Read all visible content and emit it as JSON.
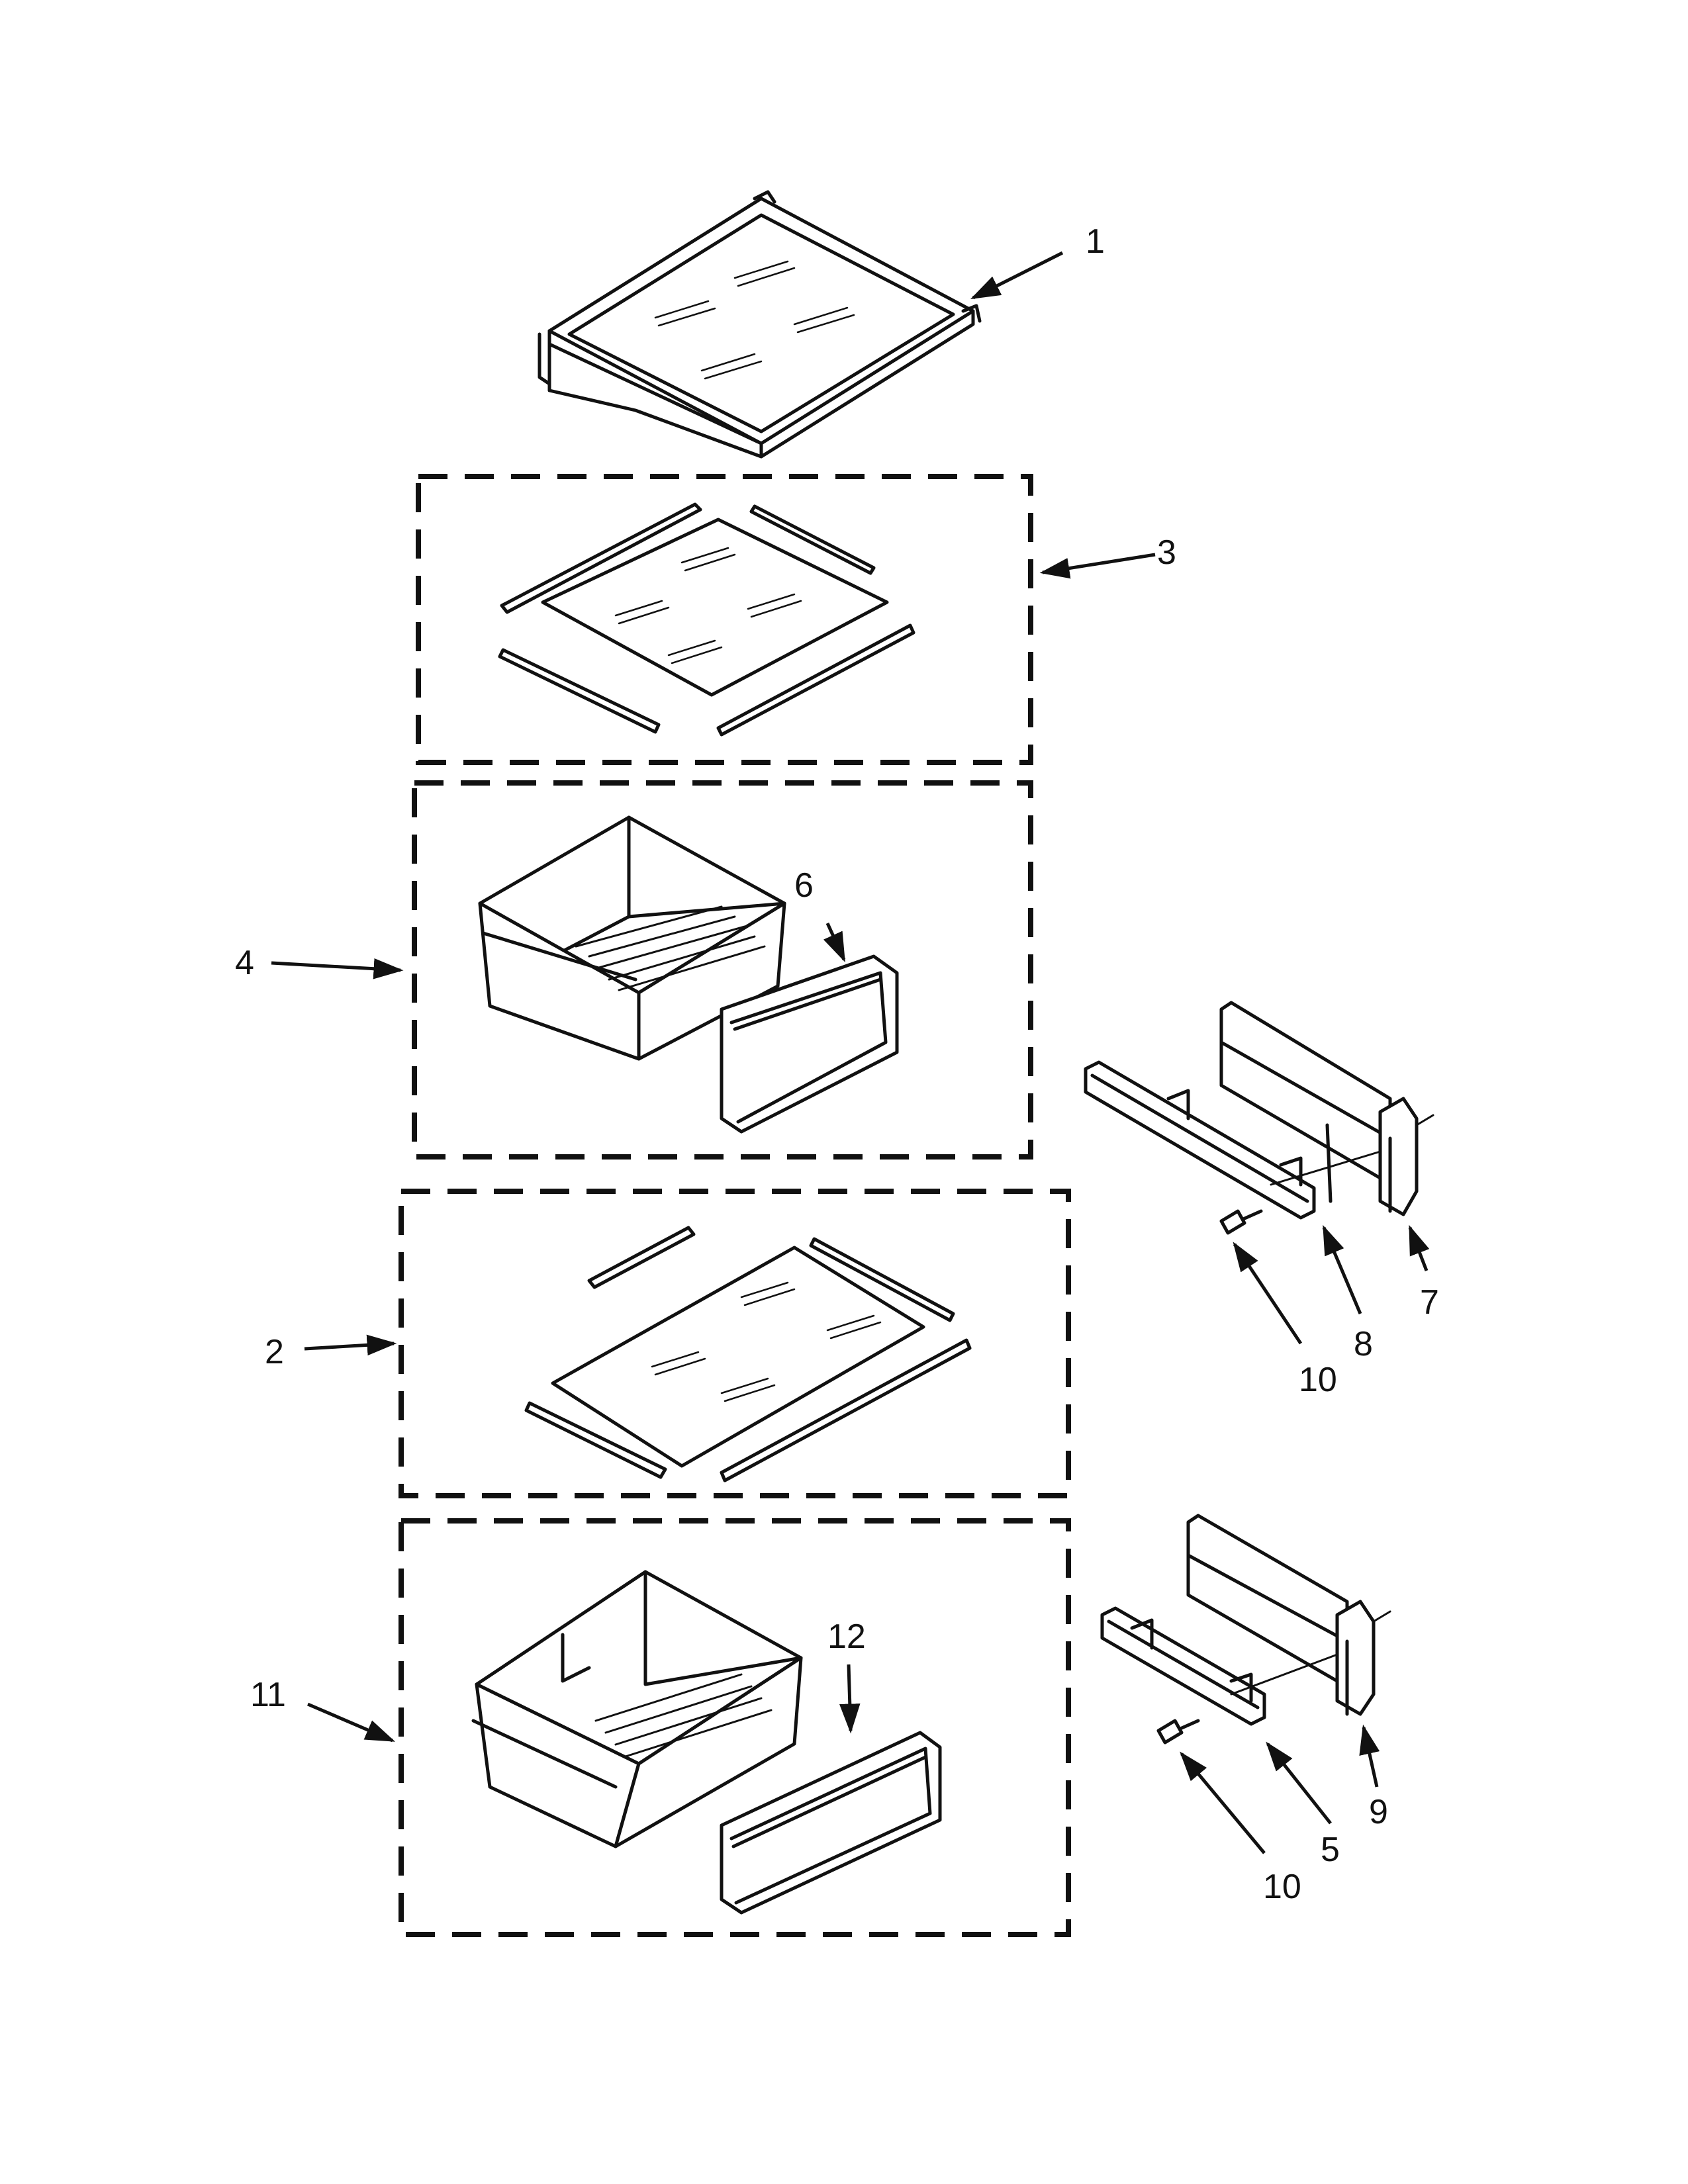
{
  "diagram": {
    "callouts": {
      "c1": "1",
      "c2": "2",
      "c3": "3",
      "c4": "4",
      "c5": "5",
      "c6": "6",
      "c7": "7",
      "c8": "8",
      "c9": "9",
      "c10a": "10",
      "c10b": "10",
      "c11": "11",
      "c12": "12"
    }
  }
}
